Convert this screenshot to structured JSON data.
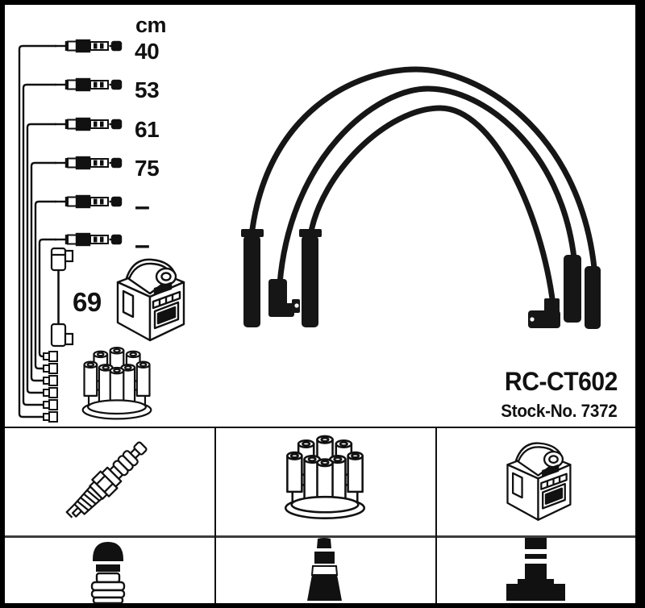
{
  "unit_header": "cm",
  "cable_rows": [
    {
      "length": "40"
    },
    {
      "length": "53"
    },
    {
      "length": "61"
    },
    {
      "length": "75"
    },
    {
      "length": "–"
    },
    {
      "length": "–"
    }
  ],
  "coil_wire": {
    "length": "69"
  },
  "product": {
    "code": "RC-CT602",
    "stock": "Stock-No. 7372"
  },
  "colors": {
    "ink": "#111111",
    "paper": "#ffffff",
    "border": "#000000"
  }
}
